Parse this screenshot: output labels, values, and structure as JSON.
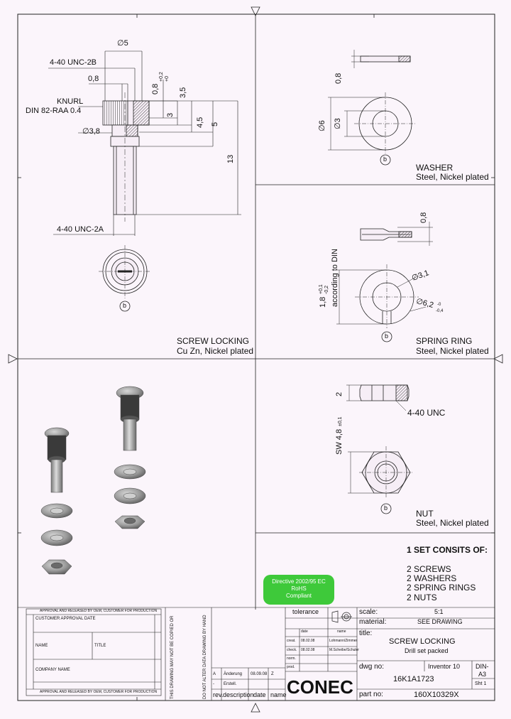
{
  "views": {
    "screw": {
      "dims": {
        "thread_top": "4-40 UNC-2B",
        "head_dia": "∅5",
        "dim_08_left": "0,8",
        "knurl_1": "KNURL",
        "knurl_2": "DIN 82-RAA 0.4",
        "dia_38": "∅3,8",
        "dim_08_v": "0,8",
        "dim_35": "3,5",
        "dim_35_tol_up": "+0,2",
        "dim_35_tol_lo": "+0",
        "dim_3": "3",
        "dim_45": "4,5",
        "dim_5": "5",
        "dim_13": "13",
        "thread_bottom": "4-40 UNC-2A"
      },
      "marker": "b",
      "title": "SCREW LOCKING",
      "material": "Cu Zn, Nickel plated"
    },
    "washer": {
      "dims": {
        "thick": "0,8",
        "outer": "∅6",
        "inner": "∅3"
      },
      "marker": "b",
      "title": "WASHER",
      "material": "Steel, Nickel plated"
    },
    "spring_ring": {
      "dims": {
        "thick": "0,8",
        "height": "1,8",
        "height_tol_up": "+0,1",
        "height_tol_lo": "-0,2",
        "note": "according to DIN",
        "inner": "∅3,1",
        "outer": "∅6,2",
        "outer_tol_up": "-0",
        "outer_tol_lo": "-0,4"
      },
      "marker": "b",
      "title": "SPRING RING",
      "material": "Steel, Nickel plated"
    },
    "nut": {
      "dims": {
        "thick": "2",
        "thread": "4-40 UNC",
        "sw": "SW 4,8",
        "sw_tol": "±0,1"
      },
      "marker": "b",
      "title": "NUT",
      "material": "Steel, Nickel plated"
    }
  },
  "set": {
    "heading": "1 SET CONSITS OF:",
    "items": [
      "2 SCREWS",
      "2 WASHERS",
      "2 SPRING RINGS",
      "2 NUTS"
    ]
  },
  "rohs": {
    "line1": "Directive 2002/95 EC",
    "line2": "RoHS",
    "line3": "Compliant"
  },
  "title_block": {
    "tolerance_label": "tolerance",
    "scale_label": "scale:",
    "scale_value": "5:1",
    "material_label": "material:",
    "material_value": "SEE DRAWING",
    "date_label": "date",
    "name_label": "name",
    "created_label": "creat.",
    "created_date": "08.02.08",
    "created_name": "Lohmann/Zimmer",
    "checked_label": "check.",
    "checked_date": "08.02.08",
    "checked_name": "M.Scheibe/Schuler",
    "norm_label": "norm.",
    "prod_label": "prod.",
    "title_label": "title:",
    "title_value": "SCREW LOCKING",
    "title_sub": "Drill set packed",
    "dwg_label": "dwg no:",
    "software": "Inventor 10",
    "format_1": "DIN-",
    "format_2": "A3",
    "dwg_no": "16K1A1723",
    "sheet": "Sht 1",
    "part_label": "part no:",
    "part_no": "160X10329X",
    "logo": "CONEC",
    "rev_label": "rev.",
    "desc_label": "description",
    "date_col": "date",
    "name_col": "name",
    "rev_row_1": [
      "A",
      "Änderung",
      "08.09.08",
      "Z"
    ],
    "rev_row_2": [
      "-",
      "Erstell.",
      "",
      ""
    ],
    "copyright_1": "THIS DRAWING MAY NOT BE COPIED OR",
    "copyright_2": "DO NOT ALTER DATA DRAWING BY HAND",
    "approval_top": "APPROVAL AND RELEASED BY OEM, CUSTOMER FOR PRODUCTION",
    "approval_1": "CUSTOMER APPROVAL DATE",
    "approval_name": "NAME",
    "approval_title": "TITLE",
    "approval_company": "COMPANY NAME",
    "approval_bottom": "APPROVAL AND RELEASED BY OEM, CUSTOMER FOR PRODUCTION"
  }
}
